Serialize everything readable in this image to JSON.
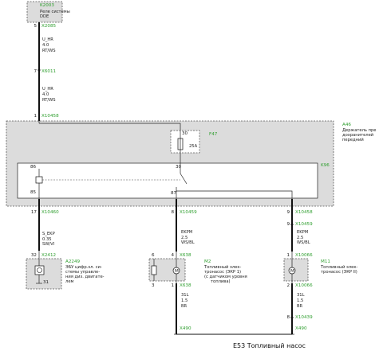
{
  "title": "E53 Топливный насос",
  "colors": {
    "connector": "#2e9e2e",
    "shade": "#dcdcdc",
    "wire": "#111111"
  },
  "top_module": {
    "ref": "K2003",
    "desc1": "Реле системы",
    "desc2": "DDE",
    "pin": "5",
    "connector": "X2085"
  },
  "wire1": {
    "name": "U_HR",
    "size": "4.0",
    "color": "RT/WS"
  },
  "junction1": {
    "pin": "7",
    "connector": "X6011"
  },
  "wire2": {
    "name": "U_HR",
    "size": "4.0",
    "color": "RT/WS"
  },
  "holder": {
    "ref": "A46",
    "desc1": "Держатель пре",
    "desc2": "дохранителей",
    "desc3": "передний",
    "in_pin": "1",
    "in_connector": "X10458",
    "fuse_ref": "F47",
    "fuse_pin": "30",
    "fuse_rating": "25A",
    "relay_ref": "K96",
    "relay_pin_86": "86",
    "relay_pin_85": "85",
    "relay_pin_30": "30",
    "relay_pin_87": "87"
  },
  "branch_left": {
    "pin": "17",
    "connector": "X10460"
  },
  "branch_mid": {
    "pin": "8",
    "connector": "X10459"
  },
  "branch_right": {
    "pin": "9",
    "connector": "X10458"
  },
  "branch_right2": {
    "pin": "9",
    "connector": "X10459"
  },
  "wire_left": {
    "name": "S_EKP",
    "size": "0.35",
    "color": "SW/VI"
  },
  "wire_mid": {
    "name": "EKPM",
    "size": "2.5",
    "color": "WS/BL"
  },
  "wire_right": {
    "name": "EKPM",
    "size": "2.5",
    "color": "WS/BL"
  },
  "ecu": {
    "ref": "A2249",
    "pin": "32",
    "connector": "X2412",
    "desc1": "ЭБУ цифр.эл. си-",
    "desc2": "стемы управле-",
    "desc3": "ния диз. двигате-",
    "desc4": "лем",
    "inner_pin": "31"
  },
  "pump1": {
    "ref": "M2",
    "desc1": "Топливный элек-",
    "desc2": "тронасос (ЭКР 1)",
    "desc3": "(с датчиком уровня",
    "desc4": "топлива)",
    "pin_top": "4",
    "connector_top": "X638",
    "pin_bot": "1",
    "connector_bot": "X638",
    "pin_left_top": "6",
    "pin_left_bot": "3"
  },
  "pump2": {
    "ref": "M11",
    "desc1": "Топливный элек-",
    "desc2": "тронасос (ЭКР II)",
    "pin_top": "1",
    "connector_top": "X10066",
    "pin_bot": "2",
    "connector_bot": "X10066"
  },
  "wire_ground_mid": {
    "name": "31L",
    "size": "1.5",
    "color": "BR"
  },
  "wire_ground_right": {
    "name": "31L",
    "size": "1.5",
    "color": "BR"
  },
  "ground_right_junction": {
    "pin": "8",
    "connector": "X10439"
  },
  "ground_mid": {
    "connector": "X490"
  },
  "ground_right": {
    "connector": "X490"
  }
}
